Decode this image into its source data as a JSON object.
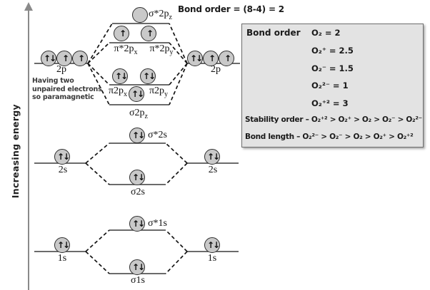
{
  "header": {
    "bond_order_formula": "Bond order = (8-4) = 2"
  },
  "axis": {
    "label": "Increasing energy"
  },
  "note": {
    "line1": "Having two",
    "line2": "unpaired electrons",
    "line3": "so paramagnetic"
  },
  "electrons": {
    "paired": "↑↓",
    "single": "↑",
    "empty": ""
  },
  "orbitals": {
    "ss2pz": {
      "base": "σ*2p",
      "sub": "z"
    },
    "ps2px": {
      "base": "π*2p",
      "sub": "x"
    },
    "ps2py": {
      "base": "π*2p",
      "sub": "y"
    },
    "p2px": {
      "base": "π2p",
      "sub": "x"
    },
    "p2py": {
      "base": "π2p",
      "sub": "y"
    },
    "s2pz": {
      "base": "σ2p",
      "sub": "z"
    },
    "ss2s": {
      "base": "σ*2s"
    },
    "s2s": {
      "base": "σ2s"
    },
    "ss1s": {
      "base": "σ*1s"
    },
    "s1s": {
      "base": "σ1s"
    }
  },
  "atomic": {
    "p2": "2p",
    "s2": "2s",
    "s1": "1s"
  },
  "info_box": {
    "title": "Bond order",
    "entries": [
      "O₂ = 2",
      "O₂⁺ = 2.5",
      "O₂⁻ = 1.5",
      "O₂²⁻ = 1",
      "O₂⁺² = 3"
    ],
    "stability": "Stability order – O₂⁺² > O₂⁺ > O₂ > O₂⁻ > O₂²⁻",
    "bond_length": "Bond length – O₂²⁻ > O₂⁻ > O₂ > O₂⁺ > O₂⁺²"
  },
  "colors": {
    "box_bg": "#e3e3e3",
    "box_border": "#6e6e6e",
    "circle_fill": "#c9c9c9",
    "circle_border": "#2e2e2e",
    "level_line": "#3a3a3a",
    "dashed_line": "#141414",
    "axis": "#8a8a8a",
    "text": "#1a1a1a"
  }
}
